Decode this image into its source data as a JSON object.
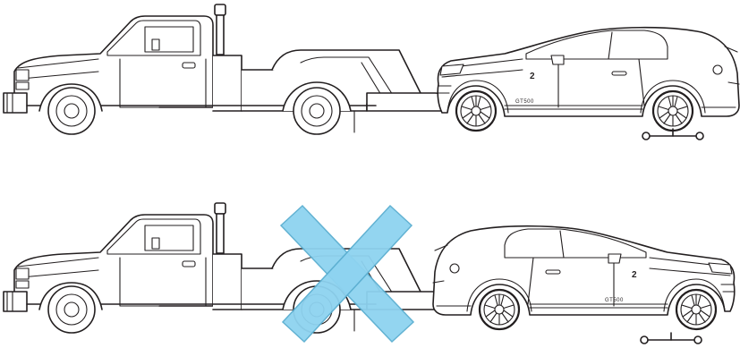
{
  "panels": [
    {
      "id": "correct",
      "car_badge": "GT500",
      "car_number": "2",
      "crossed_out": false
    },
    {
      "id": "incorrect",
      "car_badge": "GT500",
      "car_number": "2",
      "crossed_out": true
    }
  ],
  "colors": {
    "line_art": "#231f20",
    "cross": "#8ed3f0",
    "cross_outline": "#5aaed0"
  },
  "icons": [
    "tow-truck-icon",
    "sports-car-icon",
    "wheel-dolly-icon",
    "cross-mark-icon"
  ]
}
